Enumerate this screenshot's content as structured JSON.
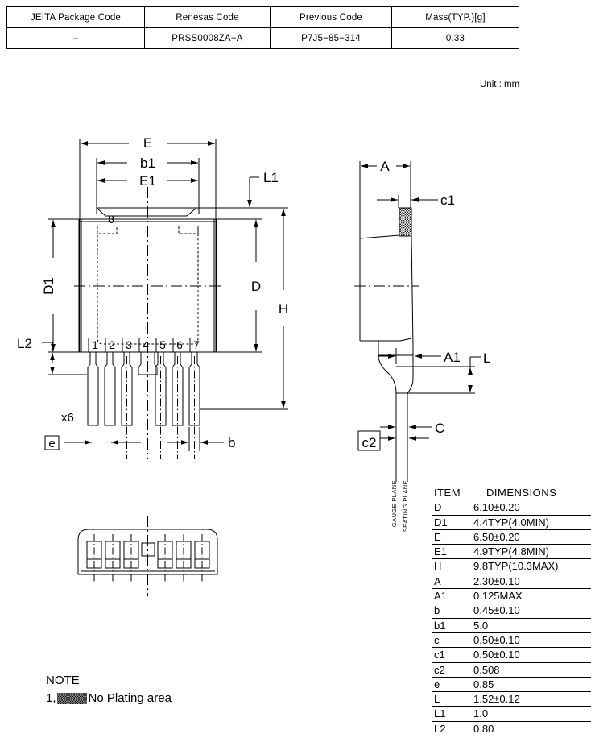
{
  "code_table": {
    "headers": [
      "JEITA Package Code",
      "Renesas Code",
      "Previous Code",
      "Mass(TYP.)[g]"
    ],
    "values": [
      "–",
      "PRSS0008ZA−A",
      "P7J5−85−314",
      "0.33"
    ]
  },
  "unit_label": "Unit : mm",
  "dimensions_table": {
    "header": {
      "item": "ITEM",
      "dimensions": "DIMENSIONS"
    },
    "rows": [
      {
        "item": "D",
        "value": "6.10±0.20"
      },
      {
        "item": "D1",
        "value": "4.4TYP(4.0MIN)"
      },
      {
        "item": "E",
        "value": "6.50±0.20"
      },
      {
        "item": "E1",
        "value": "4.9TYP(4.8MIN)"
      },
      {
        "item": "H",
        "value": "9.8TYP(10.3MAX)"
      },
      {
        "item": "A",
        "value": "2.30±0.10"
      },
      {
        "item": "A1",
        "value": "0.125MAX"
      },
      {
        "item": "b",
        "value": "0.45±0.10"
      },
      {
        "item": "b1",
        "value": "5.0"
      },
      {
        "item": "c",
        "value": "0.50±0.10"
      },
      {
        "item": "c1",
        "value": "0.50±0.10"
      },
      {
        "item": "c2",
        "value": "0.508"
      },
      {
        "item": "e",
        "value": "0.85"
      },
      {
        "item": "L",
        "value": "1.52±0.12"
      },
      {
        "item": "L1",
        "value": "1.0"
      },
      {
        "item": "L2",
        "value": "0.80"
      }
    ]
  },
  "note": {
    "title": "NOTE",
    "number": "1,",
    "text": "No Plating area"
  },
  "top_view": {
    "dim_E": "E",
    "dim_b1": "b1",
    "dim_E1": "E1",
    "dim_L1": "L1",
    "dim_D1": "D1",
    "dim_D": "D",
    "dim_H": "H",
    "dim_L2": "L2",
    "dim_b": "b",
    "dim_e": "e",
    "pin_count_note": "x6",
    "corner_pin_label": "8",
    "pin_labels": [
      "1",
      "2",
      "3",
      "4",
      "5",
      "6",
      "7"
    ]
  },
  "side_view": {
    "dim_A": "A",
    "dim_c1": "c1",
    "dim_A1": "A1",
    "dim_L": "L",
    "dim_C": "C",
    "dim_c2": "c2",
    "gauge_plane": "GAUGE PLANE",
    "seating_plane": "SEATING PLANE"
  },
  "colors": {
    "line": "#000000",
    "background": "#ffffff"
  }
}
